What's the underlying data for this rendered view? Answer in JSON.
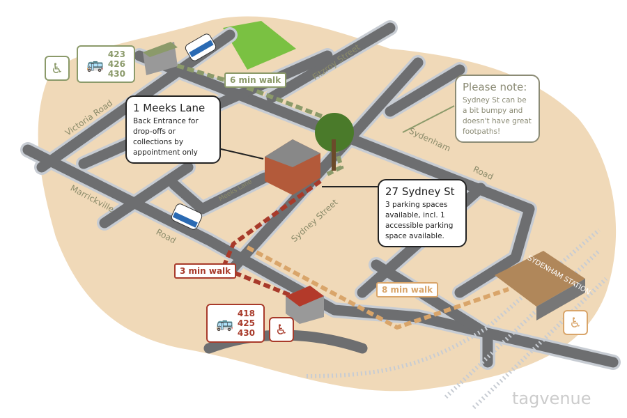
{
  "colors": {
    "land": "#f0d9b8",
    "road": "#6d6e70",
    "green": "#8b9a6a",
    "red": "#a83a2a",
    "orange": "#d9a56a",
    "park": "#7ac142"
  },
  "streets": {
    "victoria": "Victoria Road",
    "fitzroy": "Fitzroy Street",
    "sydenham1": "Sydenham",
    "sydenham2": "Road",
    "marrickville": "Marrickville",
    "marrickville_road": "Road",
    "meeks": "Meeks Lane",
    "sydney": "Sydney Street"
  },
  "meeks_box": {
    "title": "1 Meeks Lane",
    "text": "Back Entrance for drop-offs or collections by appointment only"
  },
  "sydney_box": {
    "title": "27 Sydney St",
    "text": "3 parking spaces available, incl. 1 accessible parking space available."
  },
  "note_box": {
    "title": "Please note:",
    "text": "Sydney St can be a bit bumpy and doesn't have great footpaths!"
  },
  "walks": {
    "six": "6 min walk",
    "three": "3 min walk",
    "eight": "8 min walk"
  },
  "bus_stop_north": {
    "routes": [
      "423",
      "426",
      "430"
    ]
  },
  "bus_stop_south": {
    "routes": [
      "418",
      "425",
      "430"
    ]
  },
  "station": "SYDENHAM STATION",
  "watermark": "tagvenue"
}
